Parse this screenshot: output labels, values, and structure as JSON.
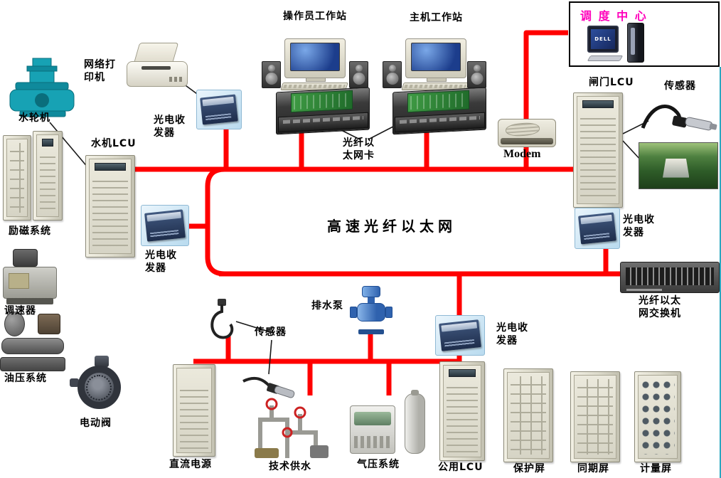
{
  "diagram": {
    "backbone_label": "高速光纤以太网",
    "line_color": "#ff0000"
  },
  "dispatch_center": {
    "title": "调 度 中 心",
    "pc_brand": "DELL"
  },
  "labels": {
    "operator_workstation": "操作员工作站",
    "host_workstation": "主机工作站",
    "network_printer": "网络打印机",
    "optical_transceiver": "光电收发器",
    "fiber_ethernet_card": "光纤以太网卡",
    "modem": "Modem",
    "turbine": "水轮机",
    "turbine_lcu": "水机LCU",
    "gate_lcu": "闸门LCU",
    "sensor": "传感器",
    "fiber_switch": "光纤以太网交换机",
    "excitation_system": "励磁系统",
    "governor": "调速器",
    "oil_pressure_system": "油压系统",
    "electric_valve": "电动阀",
    "drain_pump": "排水泵",
    "dc_power_supply": "直流电源",
    "technical_water_supply": "技术供水",
    "air_pressure_system": "气压系统",
    "common_lcu": "公用LCU",
    "protection_panel": "保护屏",
    "synchronization_panel": "同期屏",
    "metering_panel": "计量屏"
  }
}
